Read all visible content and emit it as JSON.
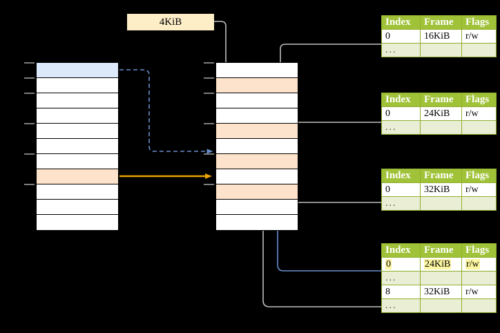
{
  "diagram": {
    "title_label": "4KiB",
    "background_color": "#000000",
    "accent_green": "#a0c238",
    "accent_blue": "#dce9fb",
    "accent_peach": "#fde3cb",
    "accent_orange": "#e8a400",
    "highlight_yellow": "#fcf6a0",
    "wire_gray": "#bfbfbf",
    "wire_blue": "#6a8fd0"
  },
  "columns": {
    "left": {
      "name": "virtual-address-space",
      "row_count": 11,
      "rows": [
        {
          "fill": "blue"
        },
        {
          "fill": "white"
        },
        {
          "fill": "white"
        },
        {
          "fill": "white"
        },
        {
          "fill": "white"
        },
        {
          "fill": "white"
        },
        {
          "fill": "white"
        },
        {
          "fill": "peach"
        },
        {
          "fill": "white"
        },
        {
          "fill": "white"
        },
        {
          "fill": "white"
        }
      ],
      "tick_rows": [
        0,
        1,
        2,
        4,
        6,
        8
      ]
    },
    "middle": {
      "name": "physical-memory",
      "row_count": 11,
      "rows": [
        {
          "fill": "white"
        },
        {
          "fill": "peach"
        },
        {
          "fill": "white"
        },
        {
          "fill": "white"
        },
        {
          "fill": "peach"
        },
        {
          "fill": "white"
        },
        {
          "fill": "peach"
        },
        {
          "fill": "white"
        },
        {
          "fill": "peach"
        },
        {
          "fill": "white"
        },
        {
          "fill": "white"
        }
      ],
      "tick_rows": [
        0,
        1,
        2,
        4,
        6,
        8
      ]
    }
  },
  "tables": [
    {
      "name": "page-table-level-1",
      "headers": [
        "Index",
        "Frame",
        "Flags"
      ],
      "rows": [
        {
          "type": "data",
          "cells": [
            "0",
            "16KiB",
            "r/w"
          ],
          "highlight": [
            false,
            false,
            false
          ]
        },
        {
          "type": "ellipsis",
          "cells": [
            "...",
            "",
            ""
          ],
          "highlight": [
            false,
            false,
            false
          ]
        }
      ]
    },
    {
      "name": "page-table-level-2",
      "headers": [
        "Index",
        "Frame",
        "Flags"
      ],
      "rows": [
        {
          "type": "data",
          "cells": [
            "0",
            "24KiB",
            "r/w"
          ],
          "highlight": [
            false,
            false,
            false
          ]
        },
        {
          "type": "ellipsis",
          "cells": [
            "...",
            "",
            ""
          ],
          "highlight": [
            false,
            false,
            false
          ]
        }
      ]
    },
    {
      "name": "page-table-level-3",
      "headers": [
        "Index",
        "Frame",
        "Flags"
      ],
      "rows": [
        {
          "type": "data",
          "cells": [
            "0",
            "32KiB",
            "r/w"
          ],
          "highlight": [
            false,
            false,
            false
          ]
        },
        {
          "type": "ellipsis",
          "cells": [
            "...",
            "",
            ""
          ],
          "highlight": [
            false,
            false,
            false
          ]
        }
      ]
    },
    {
      "name": "page-table-level-4",
      "headers": [
        "Index",
        "Frame",
        "Flags"
      ],
      "rows": [
        {
          "type": "data",
          "cells": [
            "0",
            "24KiB",
            "r/w"
          ],
          "highlight": [
            true,
            true,
            true
          ]
        },
        {
          "type": "ellipsis",
          "cells": [
            "...",
            "",
            ""
          ],
          "highlight": [
            false,
            false,
            false
          ]
        },
        {
          "type": "data",
          "cells": [
            "8",
            "32KiB",
            "r/w"
          ],
          "highlight": [
            false,
            false,
            false
          ]
        },
        {
          "type": "ellipsis",
          "cells": [
            "...",
            "",
            ""
          ],
          "highlight": [
            false,
            false,
            false
          ]
        }
      ]
    }
  ]
}
